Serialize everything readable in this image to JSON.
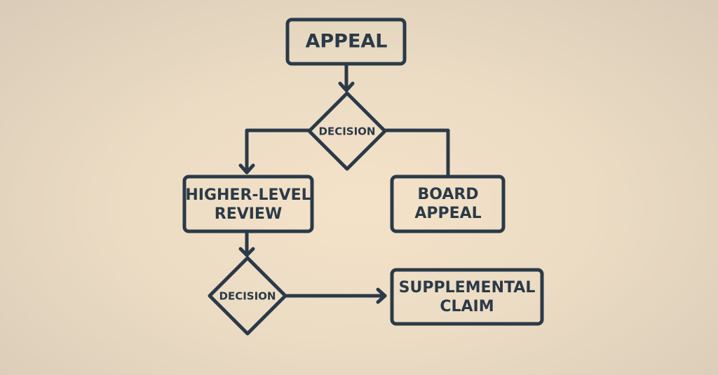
{
  "nodes": {
    "appeal": "APPEAL",
    "decision_top": "DECISION",
    "higher_level_review": [
      "HIGHER-LEVEL",
      "REVIEW"
    ],
    "board_appeal": [
      "BOARD",
      "APPEAL"
    ],
    "decision_bottom": "DECISION",
    "supplemental_claim": [
      "SUPPLEMENTAL",
      "CLAIM"
    ]
  },
  "colors": {
    "ink": "#2b3a48",
    "background": "#f1dfc5"
  }
}
